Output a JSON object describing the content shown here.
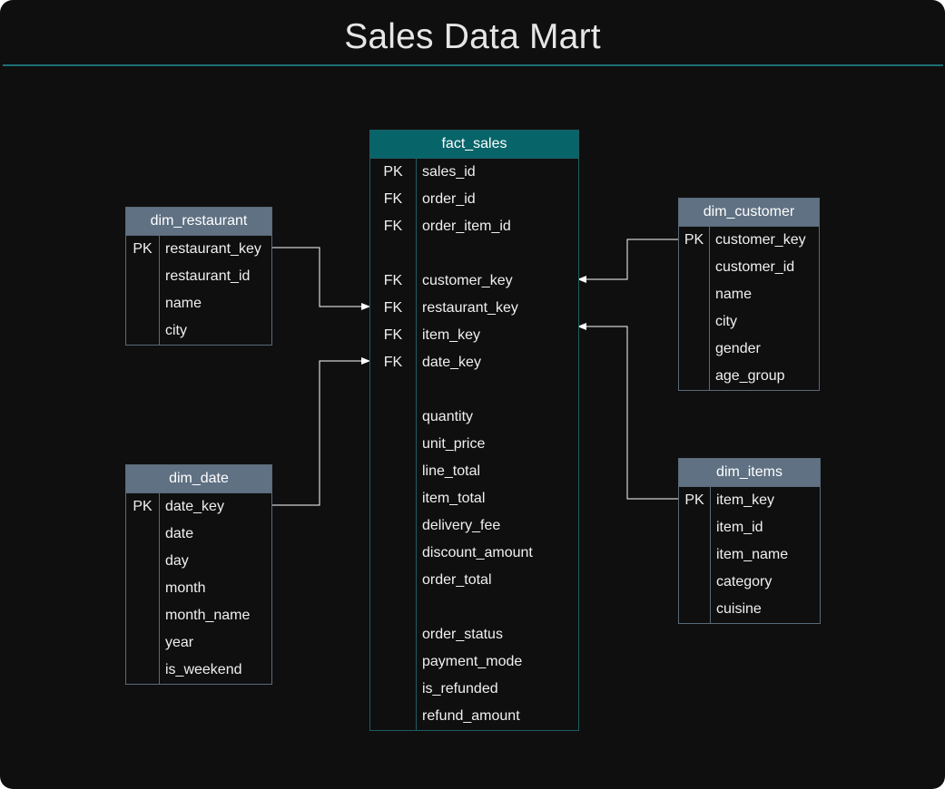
{
  "title": "Sales Data Mart",
  "colors": {
    "background": "#0f0f10",
    "title_rule": "#1c6f74",
    "fact_header": "#07656a",
    "dim_header": "#5f7183",
    "connector": "#ffffff"
  },
  "tables": {
    "fact_sales": {
      "name": "fact_sales",
      "rows": [
        {
          "key": "PK",
          "field": "sales_id"
        },
        {
          "key": "FK",
          "field": "order_id"
        },
        {
          "key": "FK",
          "field": "order_item_id"
        },
        {
          "key": "",
          "field": ""
        },
        {
          "key": "FK",
          "field": "customer_key"
        },
        {
          "key": "FK",
          "field": "restaurant_key"
        },
        {
          "key": "FK",
          "field": "item_key"
        },
        {
          "key": "FK",
          "field": "date_key"
        },
        {
          "key": "",
          "field": ""
        },
        {
          "key": "",
          "field": "quantity"
        },
        {
          "key": "",
          "field": "unit_price"
        },
        {
          "key": "",
          "field": "line_total"
        },
        {
          "key": "",
          "field": "item_total"
        },
        {
          "key": "",
          "field": "delivery_fee"
        },
        {
          "key": "",
          "field": "discount_amount"
        },
        {
          "key": "",
          "field": "order_total"
        },
        {
          "key": "",
          "field": ""
        },
        {
          "key": "",
          "field": "order_status"
        },
        {
          "key": "",
          "field": "payment_mode"
        },
        {
          "key": "",
          "field": "is_refunded"
        },
        {
          "key": "",
          "field": "refund_amount"
        }
      ]
    },
    "dim_restaurant": {
      "name": "dim_restaurant",
      "rows": [
        {
          "key": "PK",
          "field": "restaurant_key"
        },
        {
          "key": "",
          "field": "restaurant_id"
        },
        {
          "key": "",
          "field": "name"
        },
        {
          "key": "",
          "field": "city"
        }
      ]
    },
    "dim_date": {
      "name": "dim_date",
      "rows": [
        {
          "key": "PK",
          "field": "date_key"
        },
        {
          "key": "",
          "field": "date"
        },
        {
          "key": "",
          "field": "day"
        },
        {
          "key": "",
          "field": "month"
        },
        {
          "key": "",
          "field": "month_name"
        },
        {
          "key": "",
          "field": "year"
        },
        {
          "key": "",
          "field": "is_weekend"
        }
      ]
    },
    "dim_customer": {
      "name": "dim_customer",
      "rows": [
        {
          "key": "PK",
          "field": "customer_key"
        },
        {
          "key": "",
          "field": "customer_id"
        },
        {
          "key": "",
          "field": "name"
        },
        {
          "key": "",
          "field": "city"
        },
        {
          "key": "",
          "field": "gender"
        },
        {
          "key": "",
          "field": "age_group"
        }
      ]
    },
    "dim_items": {
      "name": "dim_items",
      "rows": [
        {
          "key": "PK",
          "field": "item_key"
        },
        {
          "key": "",
          "field": "item_id"
        },
        {
          "key": "",
          "field": "item_name"
        },
        {
          "key": "",
          "field": "category"
        },
        {
          "key": "",
          "field": "cuisine"
        }
      ]
    }
  },
  "relationships": [
    {
      "from_table": "dim_restaurant",
      "from_field": "restaurant_key",
      "to_table": "fact_sales",
      "to_field": "restaurant_key"
    },
    {
      "from_table": "dim_date",
      "from_field": "date_key",
      "to_table": "fact_sales",
      "to_field": "date_key"
    },
    {
      "from_table": "dim_customer",
      "from_field": "customer_key",
      "to_table": "fact_sales",
      "to_field": "customer_key"
    },
    {
      "from_table": "dim_items",
      "from_field": "item_key",
      "to_table": "fact_sales",
      "to_field": "item_key"
    }
  ]
}
